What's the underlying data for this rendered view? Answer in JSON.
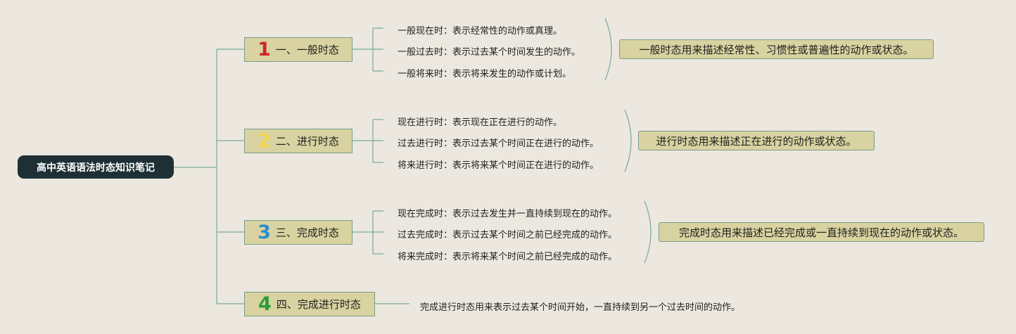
{
  "root": {
    "title": "高中英语语法时态知识笔记"
  },
  "branches": [
    {
      "number": "1",
      "number_color": "#d0242a",
      "label": "一、一般时态",
      "items": [
        "一般现在时：表示经常性的动作或真理。",
        "一般过去时：表示过去某个时间发生的动作。",
        "一般将来时：表示将来发生的动作或计划。"
      ],
      "summary": "一般时态用来描述经常性、习惯性或普遍性的动作或状态。"
    },
    {
      "number": "2",
      "number_color": "#f3d54e",
      "label": "二、进行时态",
      "items": [
        "现在进行时：表示现在正在进行的动作。",
        "过去进行时：表示过去某个时间正在进行的动作。",
        "将来进行时：表示将来某个时间正在进行的动作。"
      ],
      "summary": "进行时态用来描述正在进行的动作或状态。"
    },
    {
      "number": "3",
      "number_color": "#2b8fd0",
      "label": "三、完成时态",
      "items": [
        "现在完成时：表示过去发生并一直持续到现在的动作。",
        "过去完成时：表示过去某个时间之前已经完成的动作。",
        "将来完成时：表示将来某个时间之前已经完成的动作。"
      ],
      "summary": "完成时态用来描述已经完成或一直持续到现在的动作或状态。"
    },
    {
      "number": "4",
      "number_color": "#2e9a3a",
      "label": "四、完成进行时态",
      "items": [
        "完成进行时态用来表示过去某个时间开始，一直持续到另一个过去时间的动作。"
      ]
    }
  ],
  "colors": {
    "background": "#ece8df",
    "root_fill": "#1e3035",
    "node_fill": "#d8d3a0",
    "node_border": "#7a9c8a",
    "connector": "#7aa89a"
  }
}
